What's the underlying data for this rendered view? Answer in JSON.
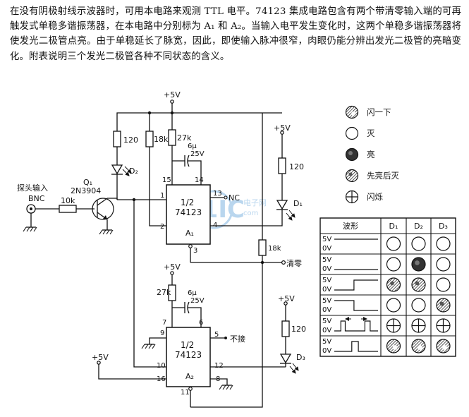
{
  "intro": "在没有阴极射线示波器时，可用本电路来观测 TTL 电平。74123 集成电路包含有两个带清零输入端的可再触发式单稳多谐振荡器，在本电路中分别标为 A₁ 和 A₂。当输入电平发生变化时，这两个单稳多谐振荡器将使发光二极管点亮。由于单稳延长了脉宽，因此，即使输入脉冲很窄，肉眼仍能分辨出发光二极管的亮暗变化。附表说明三个发光二极管各种不同状态的含义。",
  "circuit": {
    "vcc_labels": [
      "+5V",
      "+5V",
      "+5V",
      "+5V",
      "+5V"
    ],
    "input_label": [
      "探头输入",
      "BNC"
    ],
    "transistor": {
      "ref": "Q₁",
      "part": "2N3904"
    },
    "r_base": "10k",
    "r_d2": "120",
    "r_18k_a": "18k",
    "r_27k_a": "27k",
    "r_27k_b": "27k",
    "r_d1": "120",
    "r_d3": "120",
    "r_18k_b": "18k",
    "cap_a": [
      "6μ",
      "25V"
    ],
    "cap_b": [
      "6μ",
      "25V"
    ],
    "d1": "D₁",
    "d2": "D₂",
    "d3": "D₃",
    "nc_label": "NC",
    "clear_label": "清零",
    "no_connect_label": "不接",
    "ic_a": {
      "name": [
        "1/2",
        "74123"
      ],
      "ref": "A₁",
      "pins": [
        "15",
        "14",
        "1",
        "13",
        "2",
        "4",
        "3"
      ]
    },
    "ic_b": {
      "name": [
        "1/2",
        "74123"
      ],
      "ref": "A₂",
      "pins": [
        "7",
        "6",
        "9",
        "5",
        "10",
        "12",
        "16",
        "11",
        "8"
      ]
    }
  },
  "legend": [
    {
      "symbol": "half-shade",
      "label": "闪一下"
    },
    {
      "symbol": "open",
      "label": "灭"
    },
    {
      "symbol": "filled",
      "label": "亮"
    },
    {
      "symbol": "shade-fade",
      "label": "先亮后灭"
    },
    {
      "symbol": "cross",
      "label": "闪烁"
    }
  ],
  "table": {
    "headers": [
      "波形",
      "D₁",
      "D₂",
      "D₃"
    ],
    "level_labels": [
      "5V",
      "0V"
    ],
    "rows": [
      {
        "wave": "high",
        "d1": "open",
        "d2": "open",
        "d3": "open"
      },
      {
        "wave": "low",
        "d1": "open",
        "d2": "filled",
        "d3": "open"
      },
      {
        "wave": "rise",
        "d1": "shade-fade",
        "d2": "shade-fade",
        "d3": "open"
      },
      {
        "wave": "fall",
        "d1": "open",
        "d2": "open",
        "d3": "shade-fade"
      },
      {
        "wave": "pulse-train",
        "d1": "cross",
        "d2": "cross",
        "d3": "cross"
      },
      {
        "wave": "pulse",
        "d1": "half-shade",
        "d2": "half-shade",
        "d3": "half-shade"
      }
    ]
  },
  "watermark": {
    "text": "21IC",
    "sub1": "电子网",
    "sub2": "com"
  }
}
